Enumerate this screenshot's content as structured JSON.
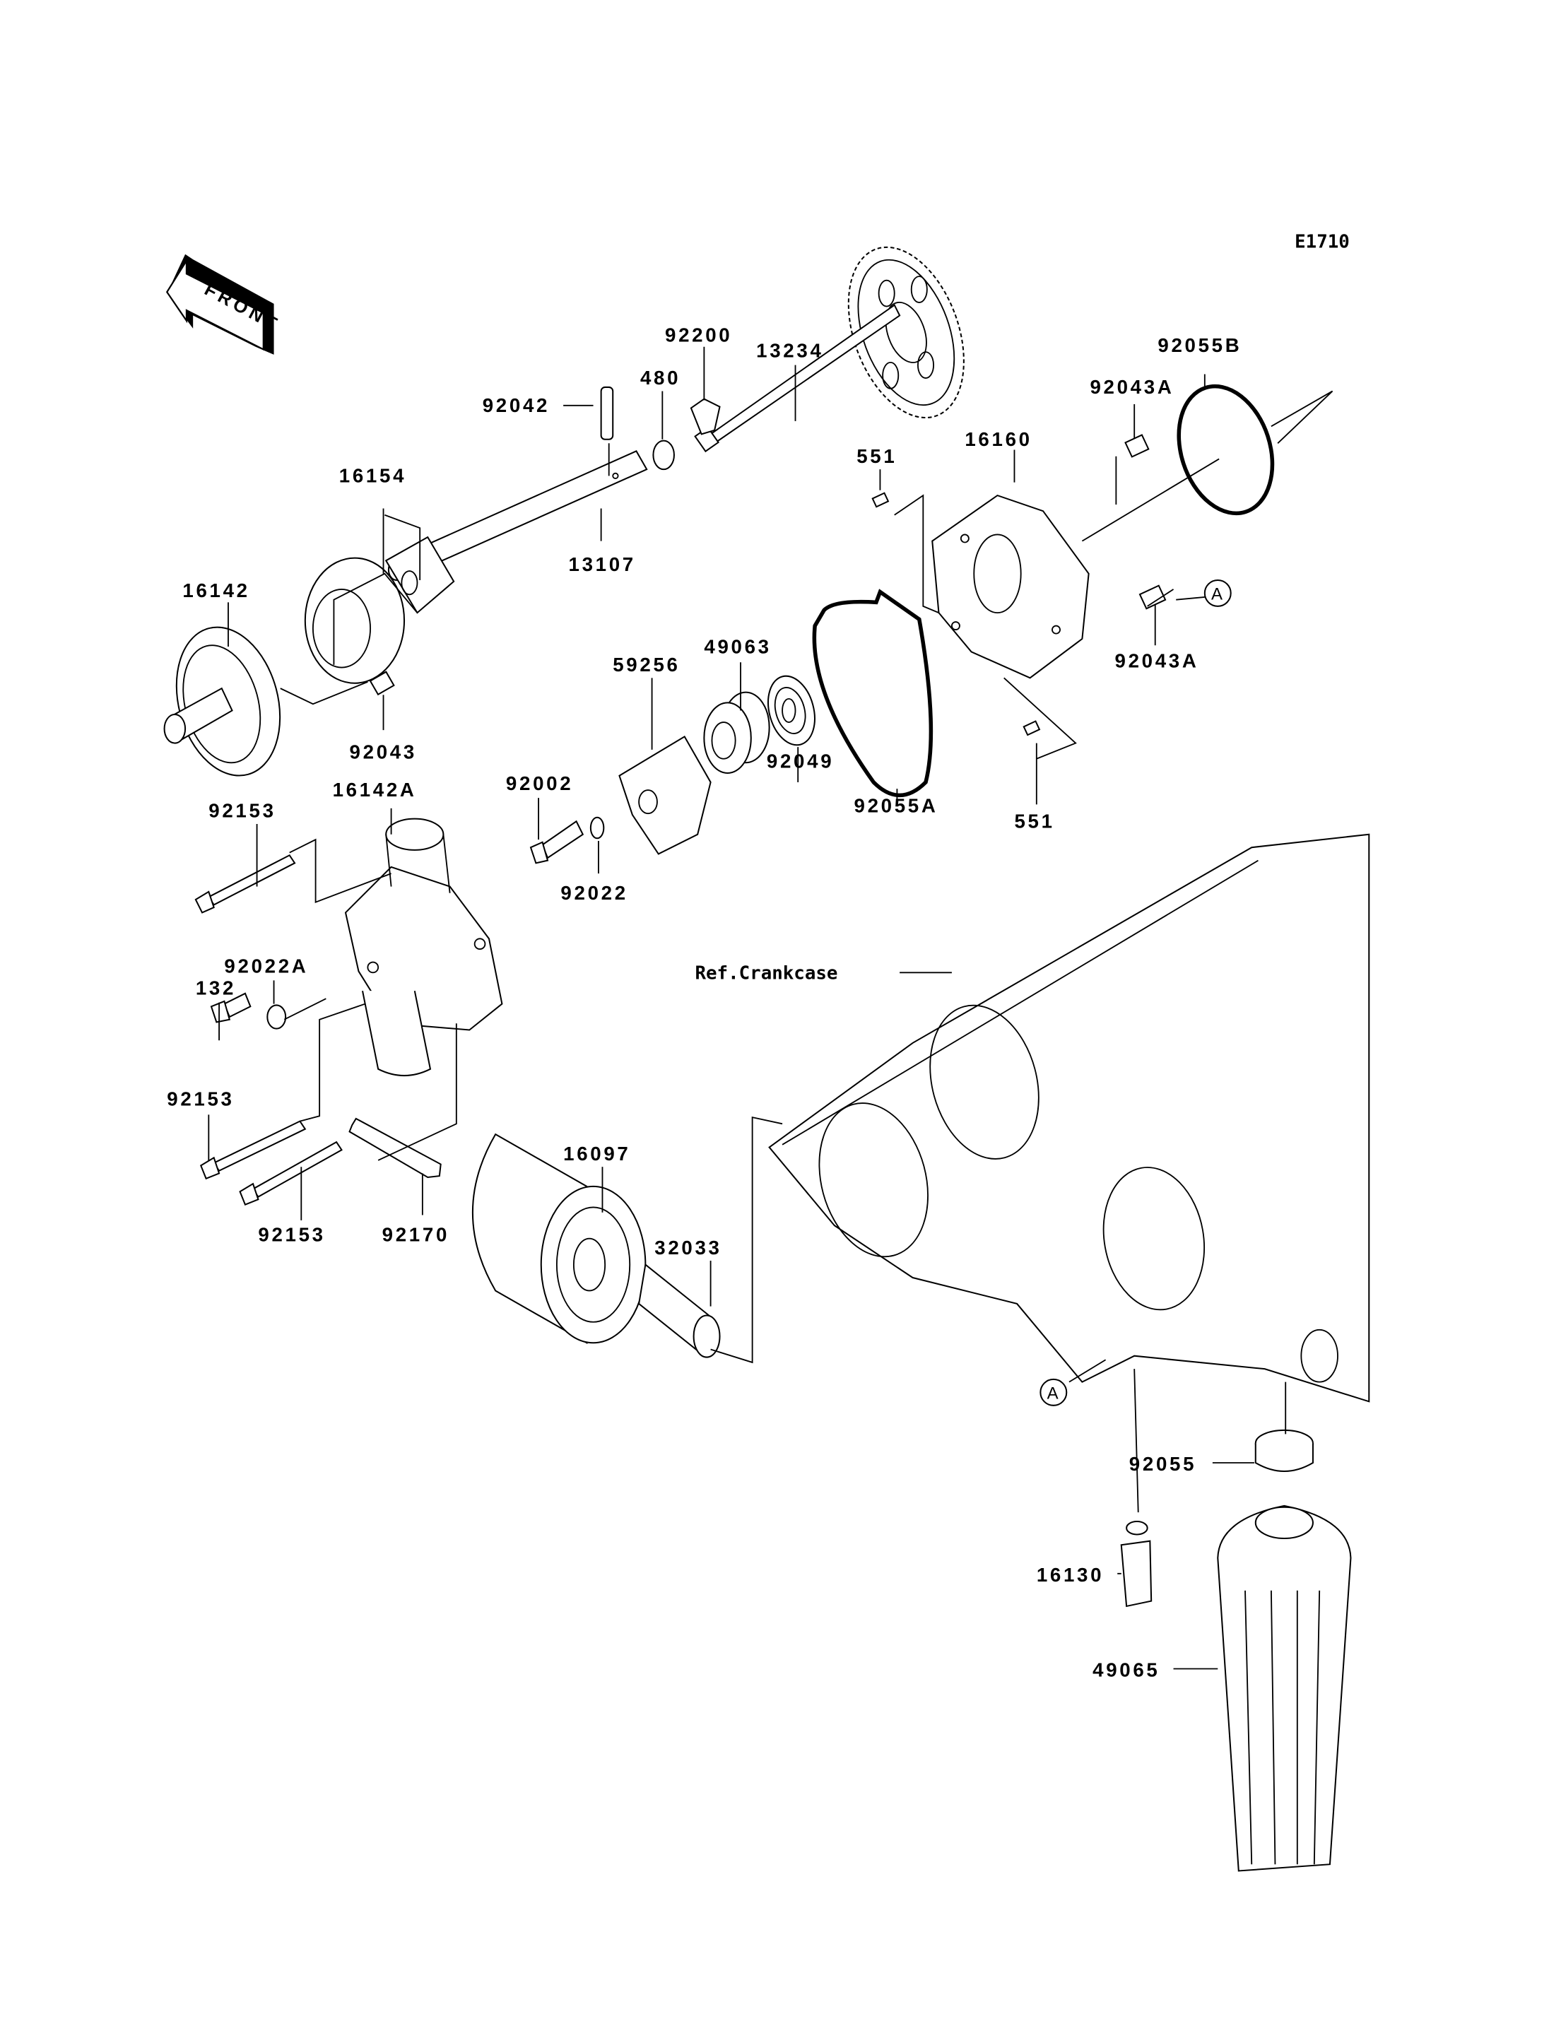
{
  "diagram": {
    "code": "E1710",
    "front_label": "FRONT",
    "reference_label": "Ref.Crankcase",
    "marker_a": "A",
    "parts": [
      {
        "id": "p13234",
        "number": "13234"
      },
      {
        "id": "p92200",
        "number": "92200"
      },
      {
        "id": "p480",
        "number": "480"
      },
      {
        "id": "p92042",
        "number": "92042"
      },
      {
        "id": "p16154",
        "number": "16154"
      },
      {
        "id": "p13107",
        "number": "13107"
      },
      {
        "id": "p16142",
        "number": "16142"
      },
      {
        "id": "p92043",
        "number": "92043"
      },
      {
        "id": "p551a",
        "number": "551"
      },
      {
        "id": "p16160",
        "number": "16160"
      },
      {
        "id": "p92043a_top",
        "number": "92043A"
      },
      {
        "id": "p92055b",
        "number": "92055B"
      },
      {
        "id": "p92043a_bot",
        "number": "92043A"
      },
      {
        "id": "p59256",
        "number": "59256"
      },
      {
        "id": "p49063",
        "number": "49063"
      },
      {
        "id": "p92049",
        "number": "92049"
      },
      {
        "id": "p92055a",
        "number": "92055A"
      },
      {
        "id": "p551b",
        "number": "551"
      },
      {
        "id": "p92002",
        "number": "92002"
      },
      {
        "id": "p92022",
        "number": "92022"
      },
      {
        "id": "p16142a",
        "number": "16142A"
      },
      {
        "id": "p92153a",
        "number": "92153"
      },
      {
        "id": "p92022a",
        "number": "92022A"
      },
      {
        "id": "p132",
        "number": "132"
      },
      {
        "id": "p92153b",
        "number": "92153"
      },
      {
        "id": "p92153c",
        "number": "92153"
      },
      {
        "id": "p92170",
        "number": "92170"
      },
      {
        "id": "p16097",
        "number": "16097"
      },
      {
        "id": "p32033",
        "number": "32033"
      },
      {
        "id": "p92055",
        "number": "92055"
      },
      {
        "id": "p16130",
        "number": "16130"
      },
      {
        "id": "p49065",
        "number": "49065"
      }
    ]
  }
}
